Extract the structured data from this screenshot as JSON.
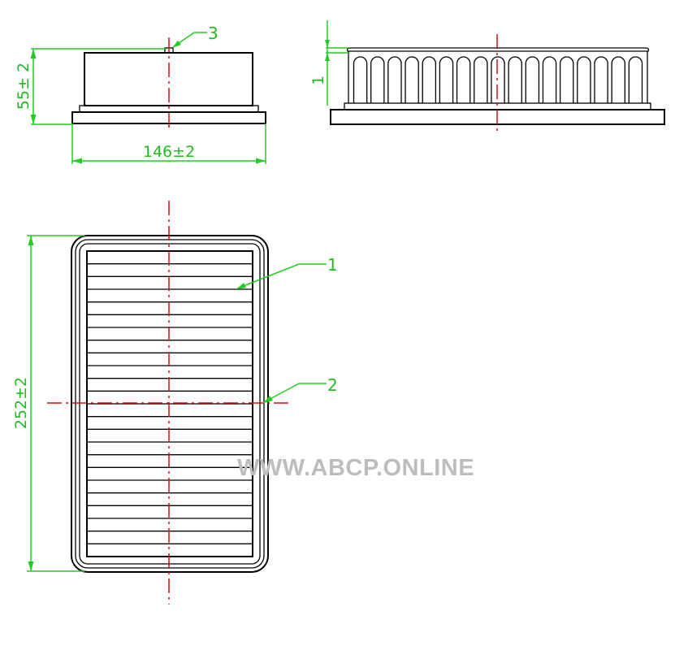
{
  "drawing": {
    "dimensions": {
      "height": "55± 2",
      "width": "146±2",
      "length": "252±2",
      "lip": "1"
    },
    "callouts": {
      "filter_media": "1",
      "frame_seal": "2",
      "tab": "3"
    },
    "watermark": "WWW.ABCP.ONLINE"
  },
  "colors": {
    "outline": "#000000",
    "dimension": "#22cc22",
    "centerline": "#cc1111",
    "watermark": "#bdbdbd"
  }
}
